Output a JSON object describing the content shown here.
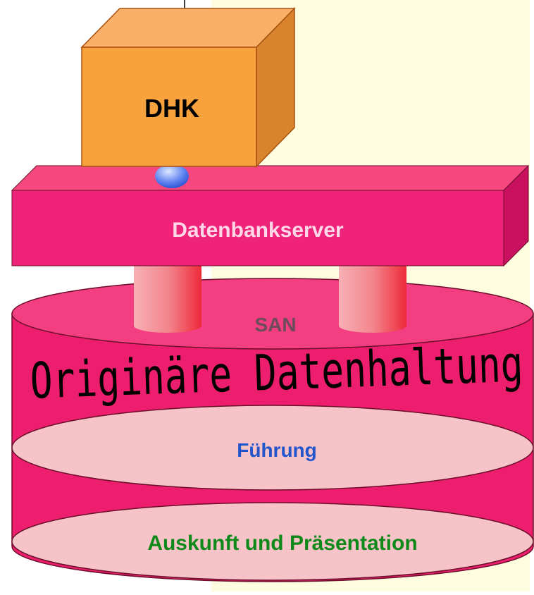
{
  "labels": {
    "dhk": "DHK",
    "server": "Datenbankserver",
    "san": "SAN",
    "storage": "Originäre Datenhaltung",
    "fuehrung": "Führung",
    "auskunft": "Auskunft und Präsentation"
  },
  "colors": {
    "background_panel": "#fffde0",
    "dhk_front": "#f7a23c",
    "dhk_top": "#fbb06a",
    "dhk_side": "#d8842c",
    "server_front": "#f0237a",
    "server_top": "#f4487f",
    "server_side": "#c8105e",
    "cylinder_body": "#ee1e6e",
    "cylinder_top": "#f33f82",
    "disc_fill": "#f6c4c8",
    "fuehrung_text": "#2255cc",
    "auskunft_text": "#0f8a1a",
    "san_text": "#6d4b5b"
  }
}
